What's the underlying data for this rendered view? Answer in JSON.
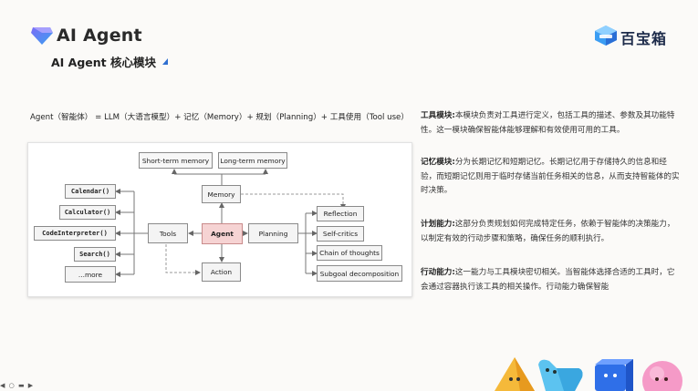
{
  "header": {
    "title": "AI Agent",
    "subtitle": "AI Agent 核心模块",
    "brand": "百宝箱"
  },
  "formula": "Agent（智能体） = LLM（大语言模型）+ 记忆（Memory）+ 规划（Planning）+ 工具使用（Tool use）",
  "diagram": {
    "short_term": "Short-term memory",
    "long_term": "Long-term memory",
    "memory": "Memory",
    "tools_list": [
      "Calendar()",
      "Calculator()",
      "CodeInterpreter()",
      "Search()",
      "...more"
    ],
    "tools": "Tools",
    "agent": "Agent",
    "planning": "Planning",
    "action": "Action",
    "planning_items": [
      "Reflection",
      "Self-critics",
      "Chain of thoughts",
      "Subgoal decomposition"
    ]
  },
  "sections": [
    {
      "heading": "工具模块:",
      "text": "本模块负责对工具进行定义，包括工具的描述、参数及其功能特性。这一模块确保智能体能够理解和有效使用可用的工具。"
    },
    {
      "heading": "记忆模块:",
      "text": "分为长期记忆和短期记忆。长期记忆用于存储持久的信息和经验，而短期记忆则用于临时存储当前任务相关的信息，从而支持智能体的实时决策。"
    },
    {
      "heading": "计划能力:",
      "text": "这部分负责规划如何完成特定任务，依赖于智能体的决策能力，以制定有效的行动步骤和策略，确保任务的顺利执行。"
    },
    {
      "heading": "行动能力:",
      "text": "这一能力与工具模块密切相关。当智能体选择合适的工具时，它会通过容器执行该工具的相关操作。行动能力确保智能"
    }
  ],
  "colors": {
    "agent_fill": "#f6d3d3",
    "accent": "#2f6fd0"
  }
}
